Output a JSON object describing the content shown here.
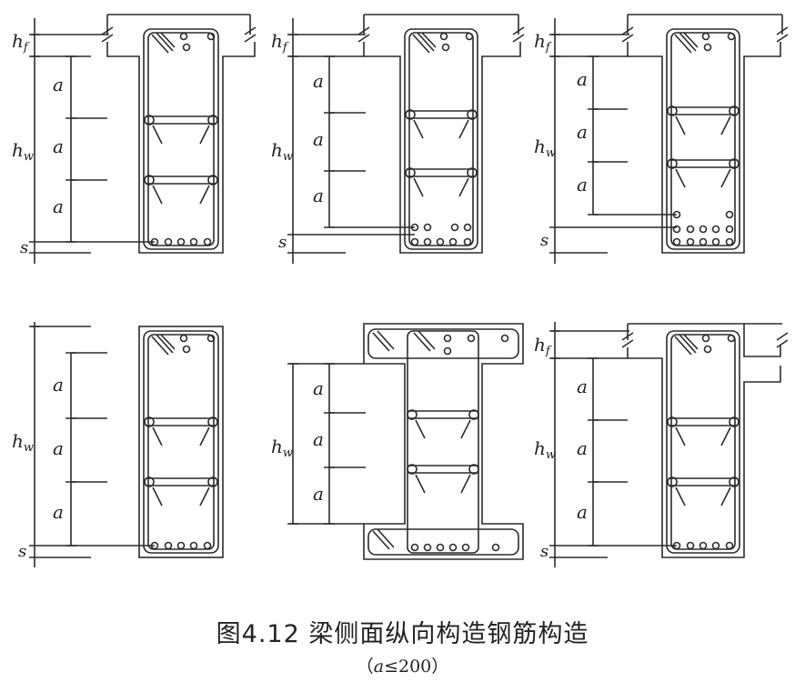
{
  "figure": {
    "title": "图4.12 梁侧面纵向构造钢筋构造",
    "note_prefix": "（",
    "note_var": "a",
    "note_rest": "≤200）"
  },
  "labels": {
    "flange_thickness": "h",
    "flange_sub": "f",
    "web_height": "h",
    "web_sub": "w",
    "spacing": "a",
    "cover": "s"
  },
  "panels": [
    {
      "id": "t-beam-4-layers",
      "spacing_count": 3
    },
    {
      "id": "t-beam-two-bottom-rows",
      "spacing_count": 3
    },
    {
      "id": "t-beam-three-bottom-rows",
      "spacing_count": 3
    },
    {
      "id": "rectangular-beam",
      "spacing_count": 3
    },
    {
      "id": "i-beam",
      "spacing_count": 3
    },
    {
      "id": "l-beam",
      "spacing_count": 3
    }
  ],
  "colors": {
    "ink": "#2b2b2b",
    "bg": "#ffffff"
  }
}
